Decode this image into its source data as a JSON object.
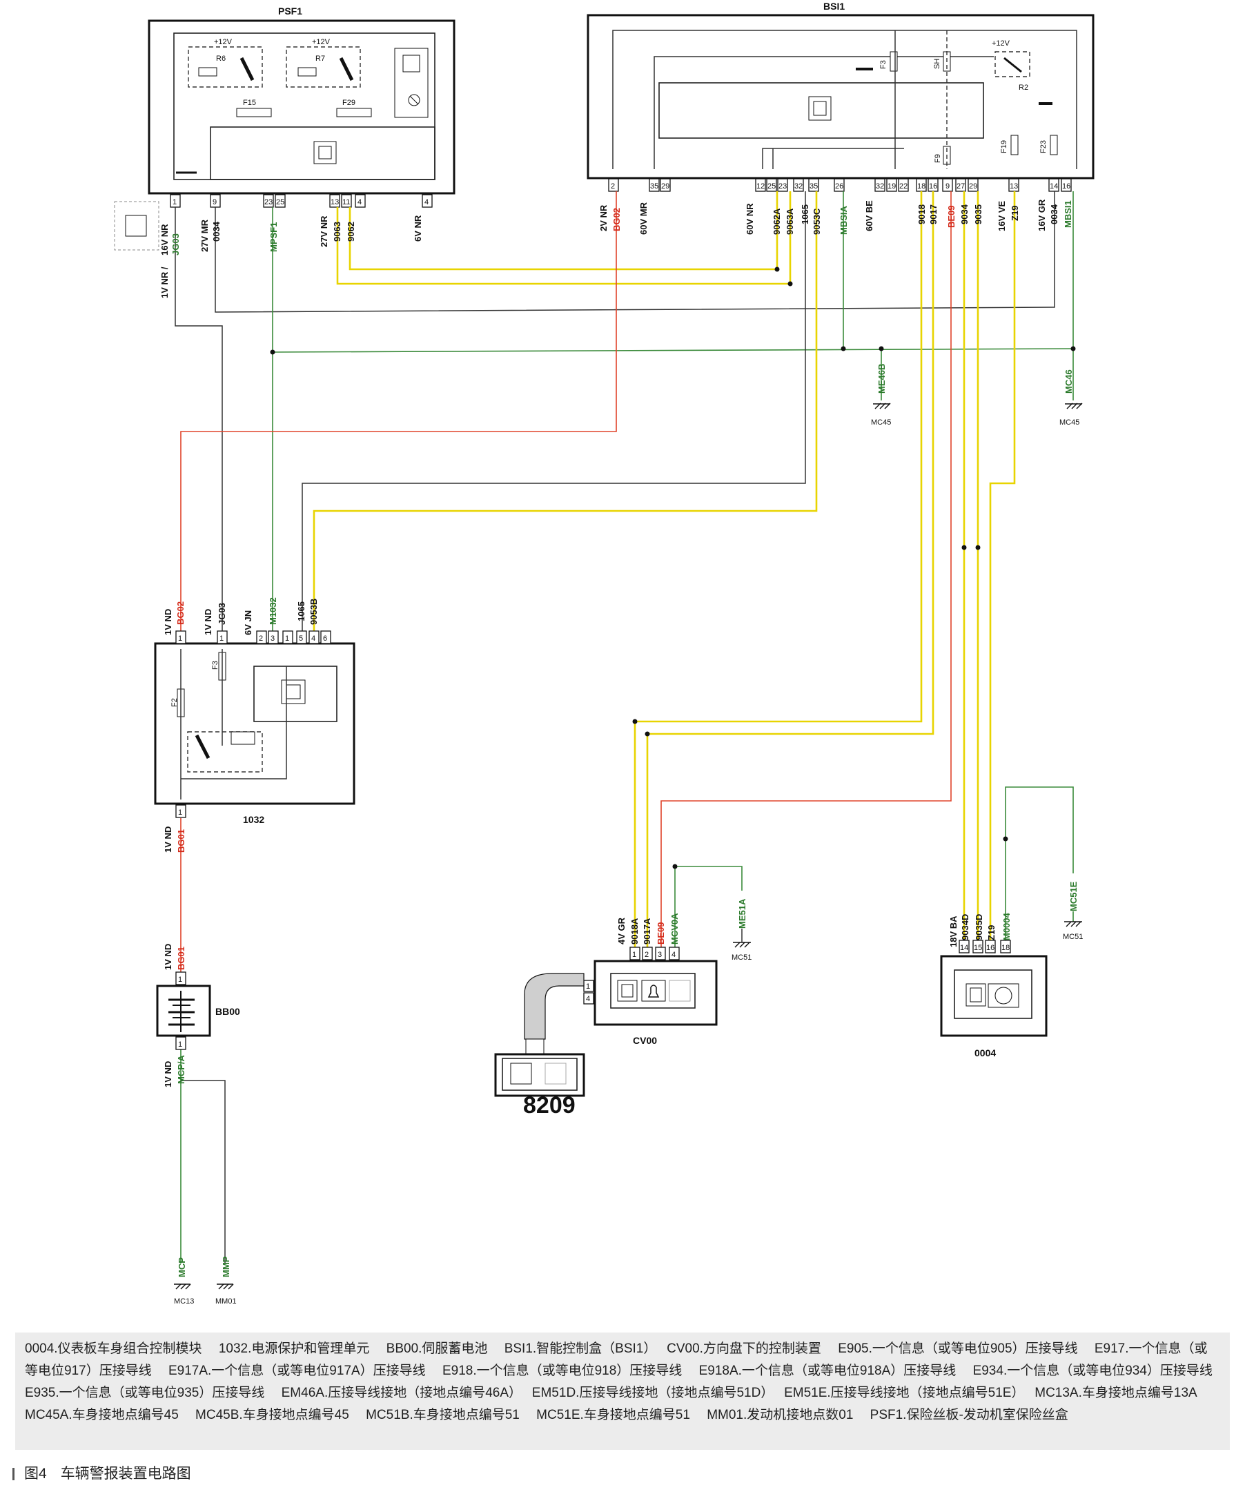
{
  "components": {
    "psf1": "PSF1",
    "bsi1": "BSI1",
    "u1032": "1032",
    "bb00": "BB00",
    "cv00": "CV00",
    "u0004": "0004",
    "u8209": "8209"
  },
  "psf1_internal": {
    "v12a": "+12V",
    "v12b": "+12V",
    "r6": "R6",
    "r7": "R7",
    "f15": "F15",
    "f29": "F29"
  },
  "bsi1_internal": {
    "v12": "+12V",
    "r2": "R2",
    "f3": "F3",
    "sh": "SH",
    "f9": "F9",
    "f19": "F19",
    "f23": "F23"
  },
  "u1032_internal": {
    "f2": "F2",
    "f3": "F3"
  },
  "psf1_pins": [
    "1",
    "9",
    "23",
    "25",
    "13",
    "11",
    "4",
    "4"
  ],
  "bsi1_pins": [
    "2",
    "35",
    "29",
    "12",
    "25",
    "23",
    "32",
    "35",
    "26",
    "32",
    "19",
    "22",
    "18",
    "16",
    "9",
    "27",
    "29",
    "13",
    "14",
    "16"
  ],
  "u1032_pins": [
    "1",
    "1",
    "2",
    "3",
    "1",
    "5",
    "4",
    "6",
    "1"
  ],
  "cv00_pins": [
    "1",
    "2",
    "3",
    "4",
    "1",
    "4"
  ],
  "u0004_pins": [
    "14",
    "15",
    "16",
    "18"
  ],
  "bb00_pins": [
    "1",
    "1"
  ],
  "wire_labels": {
    "psf1_c1": "16V NR",
    "psf1_c1b": "JG03",
    "psf1_side": "1V NR /",
    "psf1_c9": "27V MR",
    "psf1_c9b": "0034",
    "psf1_c23": "MPSF1",
    "psf1_c13a": "27V NR",
    "psf1_c13b": "9063",
    "psf1_c11": "9062",
    "psf1_c4": "6V NR",
    "bsi_c2a": "2V NR",
    "bsi_c2b": "BG02",
    "bsi_c35": "60V MR",
    "bsi_c12a": "60V NR",
    "bsi_c12b": "9062A",
    "bsi_c23": "9063A",
    "bsi_c32": "1065",
    "bsi_c35b": "9053C",
    "bsi_c26": "MBSIA",
    "bsi_c32b": "60V BE",
    "bsi_c18": "9018",
    "bsi_c16": "9017",
    "bsi_c9": "BE09",
    "bsi_c27": "9034",
    "bsi_c29": "9035",
    "bsi_c13a": "16V VE",
    "bsi_c13b": "Z19",
    "bsi_c14a": "16V GR",
    "bsi_c14b": "0034",
    "bsi_c16b": "MBSI1",
    "me46b": "ME46B",
    "mc45a": "MC45",
    "mc46": "MC46",
    "mc45b": "MC45",
    "u1032_a": "1V ND",
    "u1032_a2": "BG02",
    "u1032_b": "1V ND",
    "u1032_b2": "JG03",
    "u1032_c": "6V JN",
    "u1032_c2": "M1032",
    "u1032_d": "1065",
    "u1032_e": "9053B",
    "u1032_bot": "1V ND",
    "u1032_bot2": "BG01",
    "bb00_top": "1V ND",
    "bb00_top2": "BG01",
    "bb00_bot": "1V ND",
    "bb00_bot2": "MCP/A",
    "mcp": "MCP",
    "mmp": "MMP",
    "mc13": "MC13",
    "mm01": "MM01",
    "cv_a": "4V GR",
    "cv_b": "9018A",
    "cv_c": "9017A",
    "cv_d": "BE09",
    "cv_e": "MCV0A",
    "me51a": "ME51A",
    "mc51a": "MC51",
    "u4_a": "18V BA",
    "u4_b": "9034D",
    "u4_c": "9035D",
    "u4_d": "Z19",
    "u4_e": "M0004",
    "mc51e": "MC51E",
    "mc51b": "MC51"
  },
  "legend": "0004.仪表板车身组合控制模块　 1032.电源保护和管理单元　 BB00.伺服蓄电池　 BSI1.智能控制盒（BSI1）　 CV00.方向盘下的控制装置　 E905.一个信息（或等电位905）压接导线　 E917.一个信息（或等电位917）压接导线　 E917A.一个信息（或等电位917A）压接导线　 E918.一个信息（或等电位918）压接导线　 E918A.一个信息（或等电位918A）压接导线　 E934.一个信息（或等电位934）压接导线　 E935.一个信息（或等电位935）压接导线　 EM46A.压接导线接地（接地点编号46A）　 EM51D.压接导线接地（接地点编号51D）　 EM51E.压接导线接地（接地点编号51E）　 MC13A.车身接地点编号13A　 MC45A.车身接地点编号45　 MC45B.车身接地点编号45　 MC51B.车身接地点编号51　 MC51E.车身接地点编号51　 MM01.发动机接地点数01　 PSF1.保险丝板-发动机室保险丝盒",
  "caption": {
    "figure": "图4",
    "title": "车辆警报装置电路图"
  },
  "colors": {
    "yellow_wire": "#e8d400",
    "red_wire": "#e0432a",
    "green_wire": "#3a8a3a",
    "black_wire": "#333333"
  }
}
